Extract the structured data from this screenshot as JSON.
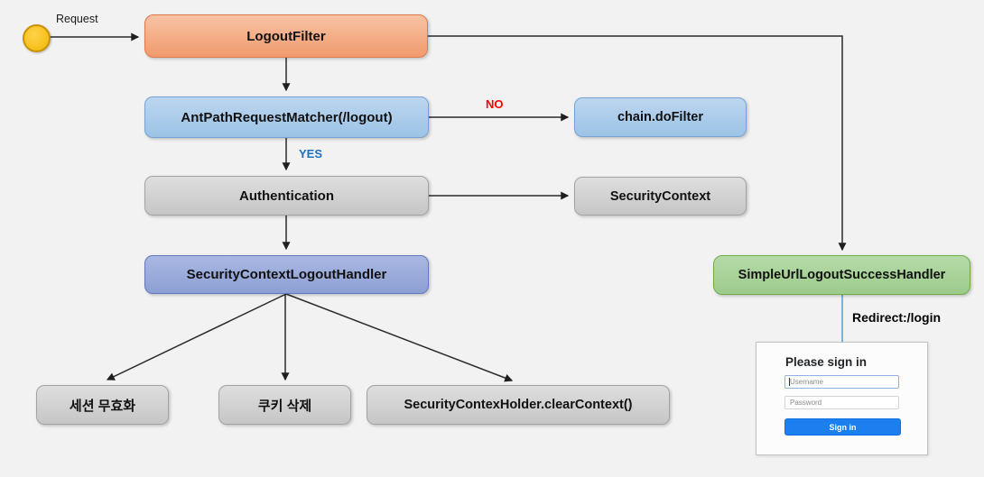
{
  "diagram": {
    "start_label": "Request",
    "nodes": {
      "logout_filter": "LogoutFilter",
      "matcher": "AntPathRequestMatcher(/logout)",
      "chain_do_filter": "chain.doFilter",
      "authentication": "Authentication",
      "security_context": "SecurityContext",
      "logout_handler": "SecurityContextLogoutHandler",
      "session_invalidation": "세션 무효화",
      "cookie_deletion": "쿠키 삭제",
      "clear_context": "SecurityContexHolder.clearContext()",
      "success_handler": "SimpleUrlLogoutSuccessHandler"
    },
    "labels": {
      "no": "NO",
      "yes": "YES",
      "redirect": "Redirect:/login"
    }
  },
  "login_form": {
    "title": "Please sign in",
    "username_placeholder": "Username",
    "password_placeholder": "Password",
    "sign_in": "Sign in"
  },
  "colors": {
    "background": "#f2f2f2",
    "node_orange": "#f09a6d",
    "node_blue": "#9cc3e6",
    "node_gray": "#cccccc",
    "node_periwinkle": "#8c9fd4",
    "node_green": "#9ccb8b",
    "start_circle_yellow": "#f2b705",
    "no_label_red": "#ff0000",
    "yes_label_blue": "#1f6fc0",
    "redirect_connector_blue": "#5b9bd5",
    "arrow_black": "#1f1f1f",
    "sign_in_button_blue": "#1b7ff0"
  }
}
